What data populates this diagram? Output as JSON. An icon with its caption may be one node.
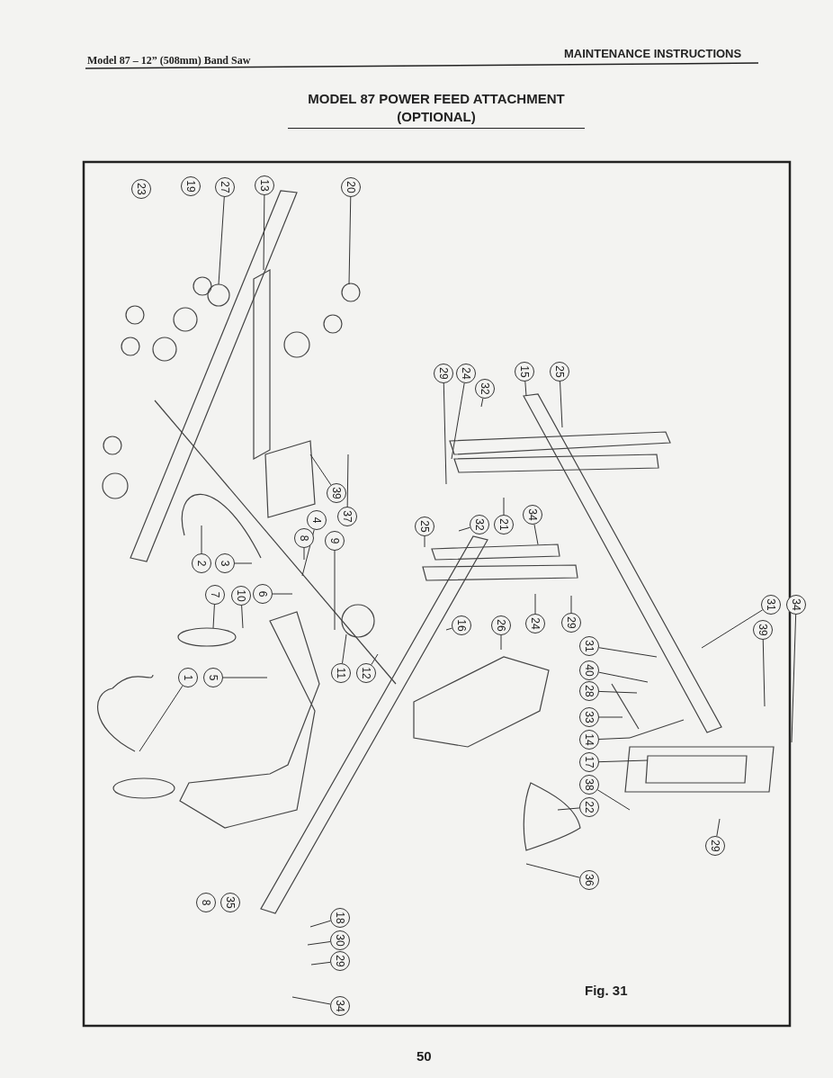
{
  "diagram": {
    "title": "MODEL 87 POWER FEED ATTACHMENT (OPTIONAL)",
    "caption": "Fig. 31",
    "nodes": [
      {
        "text": [
          "27"
        ]
      },
      {
        "text": [
          "13"
        ]
      },
      {
        "text": [
          "20"
        ]
      },
      {
        "text": [
          "39"
        ]
      },
      {
        "text": [
          "37"
        ]
      },
      {
        "text": [
          "4"
        ]
      },
      {
        "text": [
          "9"
        ]
      },
      {
        "text": [
          "8"
        ]
      },
      {
        "text": [
          "2"
        ]
      },
      {
        "text": [
          "3"
        ]
      },
      {
        "text": [
          "7"
        ]
      },
      {
        "text": [
          "10"
        ]
      },
      {
        "text": [
          "6"
        ]
      },
      {
        "text": [
          "11"
        ]
      },
      {
        "text": [
          "12"
        ]
      },
      {
        "text": [
          "1"
        ]
      },
      {
        "text": [
          "5"
        ]
      },
      {
        "text": [
          "18"
        ]
      },
      {
        "text": [
          "30"
        ]
      },
      {
        "text": [
          "29"
        ]
      },
      {
        "text": [
          "34"
        ]
      },
      {
        "text": [
          "29"
        ]
      },
      {
        "text": [
          "24"
        ]
      },
      {
        "text": [
          "15"
        ]
      },
      {
        "text": [
          "25"
        ]
      },
      {
        "text": [
          "32"
        ]
      },
      {
        "text": [
          "25"
        ]
      },
      {
        "text": [
          "32"
        ]
      },
      {
        "text": [
          "21"
        ]
      },
      {
        "text": [
          "34"
        ]
      },
      {
        "text": [
          "16"
        ]
      },
      {
        "text": [
          "26"
        ]
      },
      {
        "text": [
          "24"
        ]
      },
      {
        "text": [
          "29"
        ]
      },
      {
        "text": [
          "31"
        ]
      },
      {
        "text": [
          "34"
        ]
      },
      {
        "text": [
          "39"
        ]
      },
      {
        "text": [
          "31"
        ]
      },
      {
        "text": [
          "40"
        ]
      },
      {
        "text": [
          "28"
        ]
      },
      {
        "text": [
          "33"
        ]
      },
      {
        "text": [
          "14"
        ]
      },
      {
        "text": [
          "17"
        ]
      },
      {
        "text": [
          "38"
        ]
      },
      {
        "text": [
          "22"
        ]
      },
      {
        "text": [
          "36"
        ]
      },
      {
        "text": [
          "29"
        ]
      },
      {
        "text": [
          "23"
        ]
      },
      {
        "text": [
          "19"
        ]
      },
      {
        "text": [
          "8"
        ]
      },
      {
        "text": [
          "35"
        ]
      }
    ],
    "edges": [
      {
        "from": 0,
        "to": null,
        "arrow": "none"
      },
      {
        "from": 1,
        "to": null,
        "arrow": "none"
      },
      {
        "from": 2,
        "to": null,
        "arrow": "none"
      },
      {
        "from": 3,
        "to": null,
        "arrow": "none"
      },
      {
        "from": 4,
        "to": null,
        "arrow": "none"
      },
      {
        "from": 5,
        "to": null,
        "arrow": "none"
      },
      {
        "from": 6,
        "to": null,
        "arrow": "none"
      },
      {
        "from": 7,
        "to": null,
        "arrow": "none"
      },
      {
        "from": 8,
        "to": null,
        "arrow": "none"
      },
      {
        "from": 9,
        "to": null,
        "arrow": "none"
      },
      {
        "from": 10,
        "to": null,
        "arrow": "none"
      },
      {
        "from": 11,
        "to": null,
        "arrow": "none"
      },
      {
        "from": 12,
        "to": null,
        "arrow": "none"
      },
      {
        "from": 13,
        "to": null,
        "arrow": "none"
      },
      {
        "from": 14,
        "to": null,
        "arrow": "none"
      },
      {
        "from": 15,
        "to": null,
        "arrow": "none"
      },
      {
        "from": 16,
        "to": null,
        "arrow": "none"
      },
      {
        "from": 17,
        "to": null,
        "arrow": "none"
      },
      {
        "from": 18,
        "to": null,
        "arrow": "none"
      },
      {
        "from": 19,
        "to": null,
        "arrow": "none"
      },
      {
        "from": 20,
        "to": null,
        "arrow": "none"
      },
      {
        "from": 21,
        "to": null,
        "arrow": "none"
      },
      {
        "from": 22,
        "to": null,
        "arrow": "none"
      },
      {
        "from": 23,
        "to": null,
        "arrow": "none"
      },
      {
        "from": 24,
        "to": null,
        "arrow": "none"
      },
      {
        "from": 25,
        "to": null,
        "arrow": "none"
      },
      {
        "from": 26,
        "to": null,
        "arrow": "none"
      },
      {
        "from": 27,
        "to": null,
        "arrow": "none"
      },
      {
        "from": 28,
        "to": null,
        "arrow": "none"
      },
      {
        "from": 29,
        "to": null,
        "arrow": "none"
      },
      {
        "from": 30,
        "to": null,
        "arrow": "none"
      },
      {
        "from": 31,
        "to": null,
        "arrow": "none"
      },
      {
        "from": 32,
        "to": null,
        "arrow": "none"
      },
      {
        "from": 33,
        "to": null,
        "arrow": "none"
      },
      {
        "from": 34,
        "to": null,
        "arrow": "none"
      },
      {
        "from": 35,
        "to": null,
        "arrow": "none"
      },
      {
        "from": 36,
        "to": null,
        "arrow": "none"
      },
      {
        "from": 37,
        "to": null,
        "arrow": "none"
      },
      {
        "from": 38,
        "to": null,
        "arrow": "none"
      },
      {
        "from": 39,
        "to": null,
        "arrow": "none"
      },
      {
        "from": 40,
        "to": null,
        "arrow": "none"
      },
      {
        "from": 41,
        "to": null,
        "arrow": "none"
      },
      {
        "from": 42,
        "to": null,
        "arrow": "none"
      },
      {
        "from": 43,
        "to": null,
        "arrow": "none"
      },
      {
        "from": 44,
        "to": null,
        "arrow": "none"
      },
      {
        "from": 45,
        "to": null,
        "arrow": "none"
      },
      {
        "from": 46,
        "to": null,
        "arrow": "none"
      }
    ],
    "labels": [
      "Model 87 – 12” (508mm) Band Saw",
      "MAINTENANCE INSTRUCTIONS",
      "50"
    ]
  }
}
